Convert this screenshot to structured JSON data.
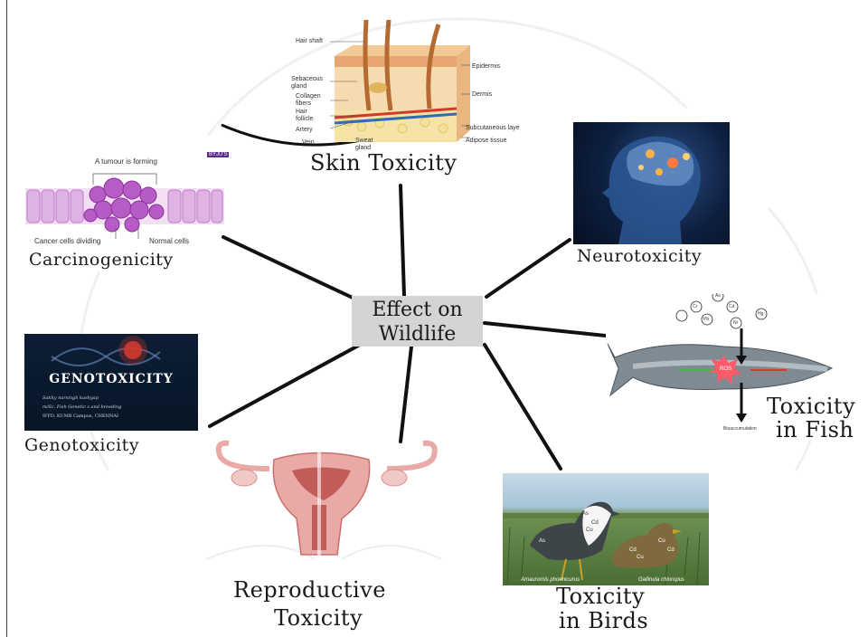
{
  "center": {
    "line1": "Effect on",
    "line2": "Wildlife"
  },
  "nodes": {
    "skin": {
      "label": "Skin Toxicity"
    },
    "carcino": {
      "label": "Carcinogenicity"
    },
    "neuro": {
      "label": "Neurotoxicity"
    },
    "geno": {
      "label": "Genotoxicity"
    },
    "fish": {
      "line1": "Toxicity",
      "line2": "in Fish"
    },
    "repro": {
      "line1": "Reproductive",
      "line2": "Toxicity"
    },
    "birds": {
      "line1": "Toxicity",
      "line2": "in Birds"
    }
  },
  "skin_diagram": {
    "hair_shaft": "Hair shaft",
    "sebaceous": "Sebaceous",
    "gland": "gland",
    "collagen": "Collagen",
    "fibers": "fibers",
    "hair": "Hair",
    "follicle": "follicle",
    "artery": "Artery",
    "vein": "Vein",
    "sweat": "Sweat",
    "gland2": "gland",
    "epidermis": "Epidermis",
    "dermis": "Dermis",
    "subcutaneous": "Subcutaneous laye",
    "adipose": "Adipose tissue"
  },
  "tumour_diagram": {
    "forming": "A tumour is forming",
    "dividing": "Cancer cells dividing",
    "normal": "Normal cells",
    "brand": "BYJU'S"
  },
  "geno_image": {
    "title": "GENOTOXICITY",
    "line1": "Sakhy narsingh kashyap",
    "line2": "m/Sc. Fish Genetic s and breeding",
    "line3": "IFFD, KUMB Campus, CHENNAI"
  },
  "fish_image": {
    "elements": [
      "As",
      "Cd",
      "Cr",
      "Hg",
      "Pb",
      "Ni"
    ],
    "ros": "ROS",
    "bio": "Bioaccumulation"
  },
  "birds_image": {
    "left_caption": "Amaurornis phoenicurus",
    "right_caption": "Gallinula chloropus",
    "tags": [
      "As",
      "Cd",
      "Cu",
      "Cd",
      "Cu",
      "Cu",
      "As",
      "Cd"
    ]
  },
  "colors": {
    "line": "#111111",
    "center_bg": "#d4d4d4",
    "uterus": "#e9a9a6"
  }
}
